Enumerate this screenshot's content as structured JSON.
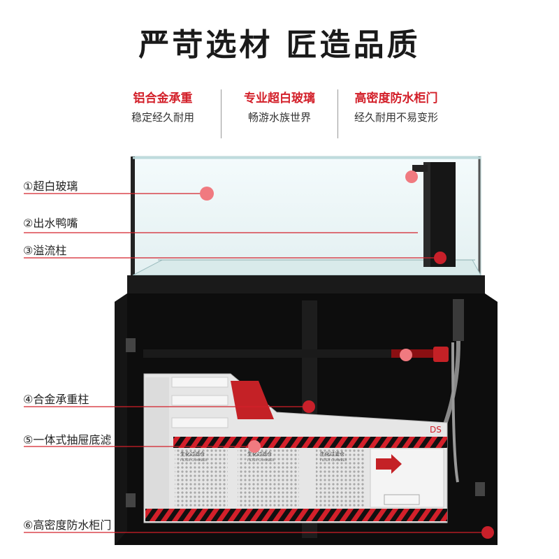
{
  "headline": "严苛选材  匠造品质",
  "features": [
    {
      "title": "铝合金承重",
      "subtitle": "稳定经久耐用"
    },
    {
      "title": "专业超白玻璃",
      "subtitle": "畅游水族世界"
    },
    {
      "title": "高密度防水柜门",
      "subtitle": "经久耐用不易变形"
    }
  ],
  "callouts": [
    {
      "label": "①超白玻璃"
    },
    {
      "label": "②出水鸭嘴"
    },
    {
      "label": "③溢流柱"
    },
    {
      "label": "④合金承重柱"
    },
    {
      "label": "⑤一体式抽屉底滤"
    },
    {
      "label": "⑥高密度防水柜门"
    }
  ],
  "sump": {
    "brand_tag": "DS",
    "chamber_label": "生化过滤仓",
    "chamber_label_en": "FILTER CHAMBER"
  },
  "colors": {
    "accent_red": "#d3202a",
    "marker_pink": "#f07a80",
    "cabinet_black": "#0d0d0d"
  }
}
